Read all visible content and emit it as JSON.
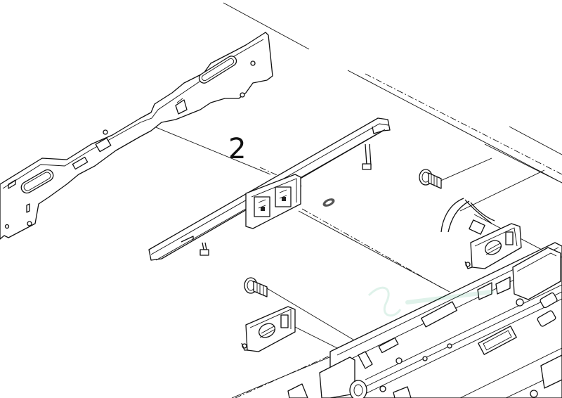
{
  "diagram": {
    "callouts": [
      {
        "label": "2",
        "target": "stay-rail"
      }
    ],
    "parts": [
      "side-plate",
      "stay-rail",
      "screw-upper",
      "screw-lower",
      "harness-connector",
      "sensor-bracket-upper",
      "sensor-bracket-lower",
      "frame-assembly"
    ],
    "line_color": "#111111",
    "background": "#ffffff"
  }
}
